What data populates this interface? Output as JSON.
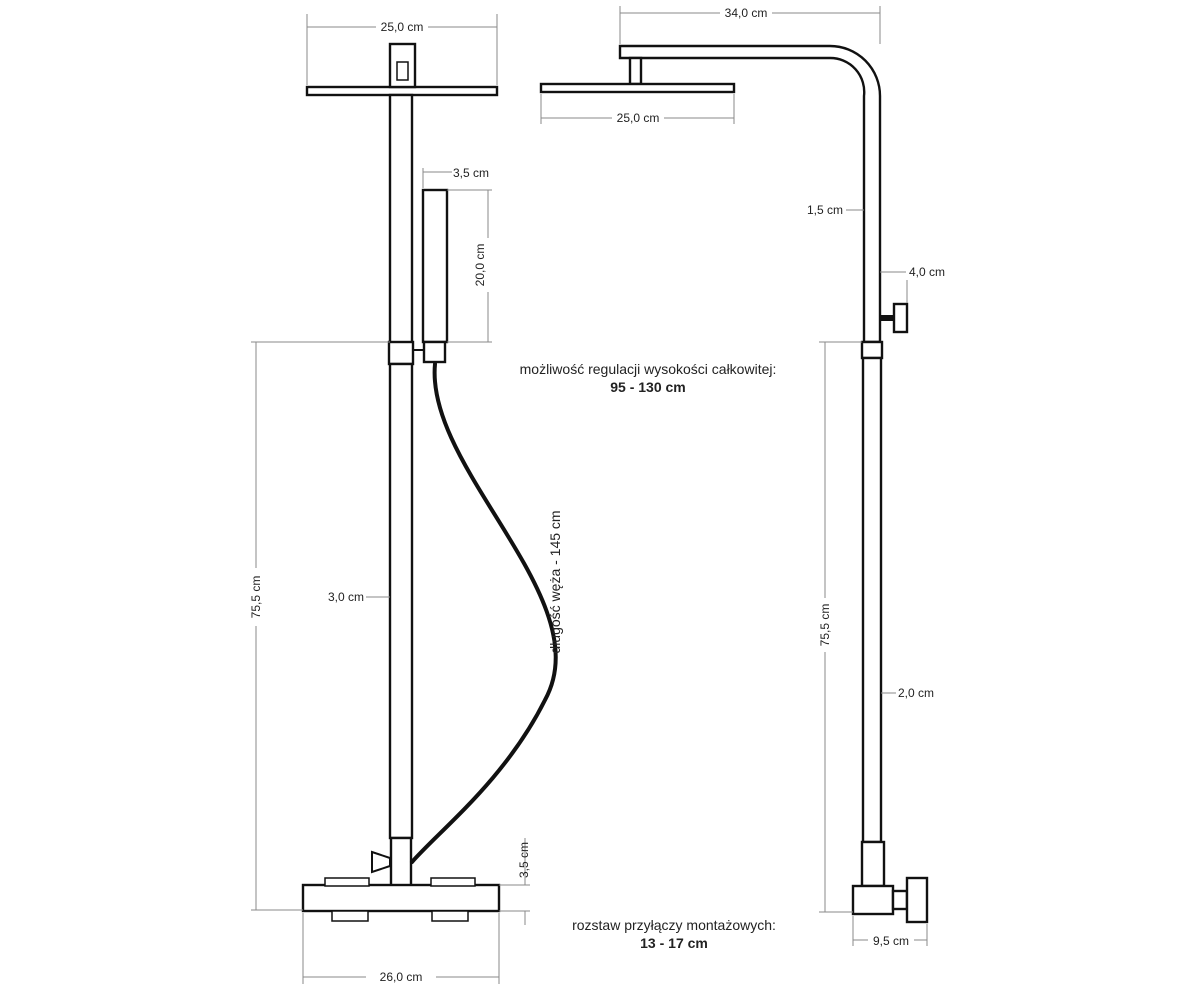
{
  "front_view": {
    "showerhead_width": "25,0 cm",
    "handshower_width": "3,5 cm",
    "handshower_length": "20,0 cm",
    "lower_pipe_height": "75,5 cm",
    "pipe_diameter": "3,0 cm",
    "hose_length": "długość węża - 145 cm",
    "mixer_height": "3,5 cm",
    "mixer_width": "26,0 cm"
  },
  "side_view": {
    "arm_reach": "34,0 cm",
    "showerhead_width": "25,0 cm",
    "upper_pipe_diameter": "1,5 cm",
    "knob_offset": "4,0 cm",
    "lower_pipe_height": "75,5 cm",
    "lower_pipe_diameter": "2,0 cm",
    "mixer_depth": "9,5 cm"
  },
  "notes": {
    "height_adjustment_label": "możliwość regulacji wysokości całkowitej:",
    "height_adjustment_value": "95 - 130 cm",
    "spacing_label": "rozstaw przyłączy montażowych:",
    "spacing_value": "13 - 17 cm"
  }
}
